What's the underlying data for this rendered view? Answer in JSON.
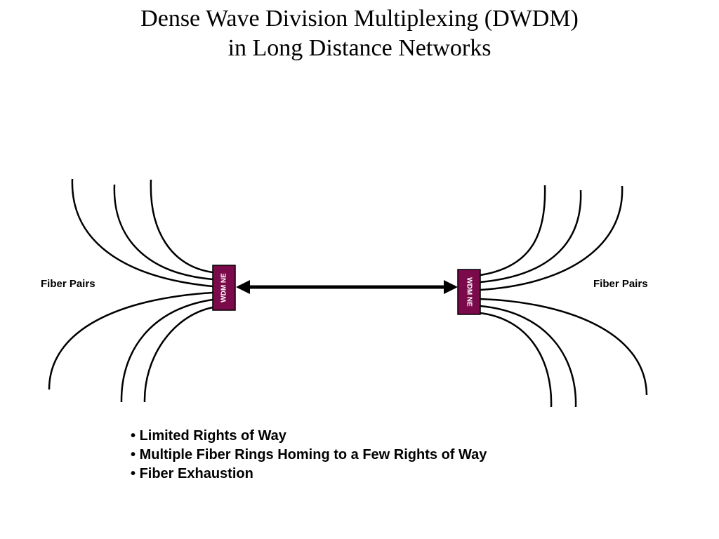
{
  "title": {
    "line1": "Dense Wave Division Multiplexing (DWDM)",
    "line2": "in Long Distance Networks"
  },
  "diagram": {
    "left_node": {
      "label": "WDM NE"
    },
    "right_node": {
      "label": "WDM NE"
    },
    "left_fiber_label": "Fiber Pairs",
    "right_fiber_label": "Fiber Pairs",
    "node_color": "#7a0a4a",
    "link": "bidirectional"
  },
  "bullets": [
    "Limited Rights of Way",
    "Multiple Fiber Rings Homing to a Few Rights of Way",
    "Fiber Exhaustion"
  ]
}
